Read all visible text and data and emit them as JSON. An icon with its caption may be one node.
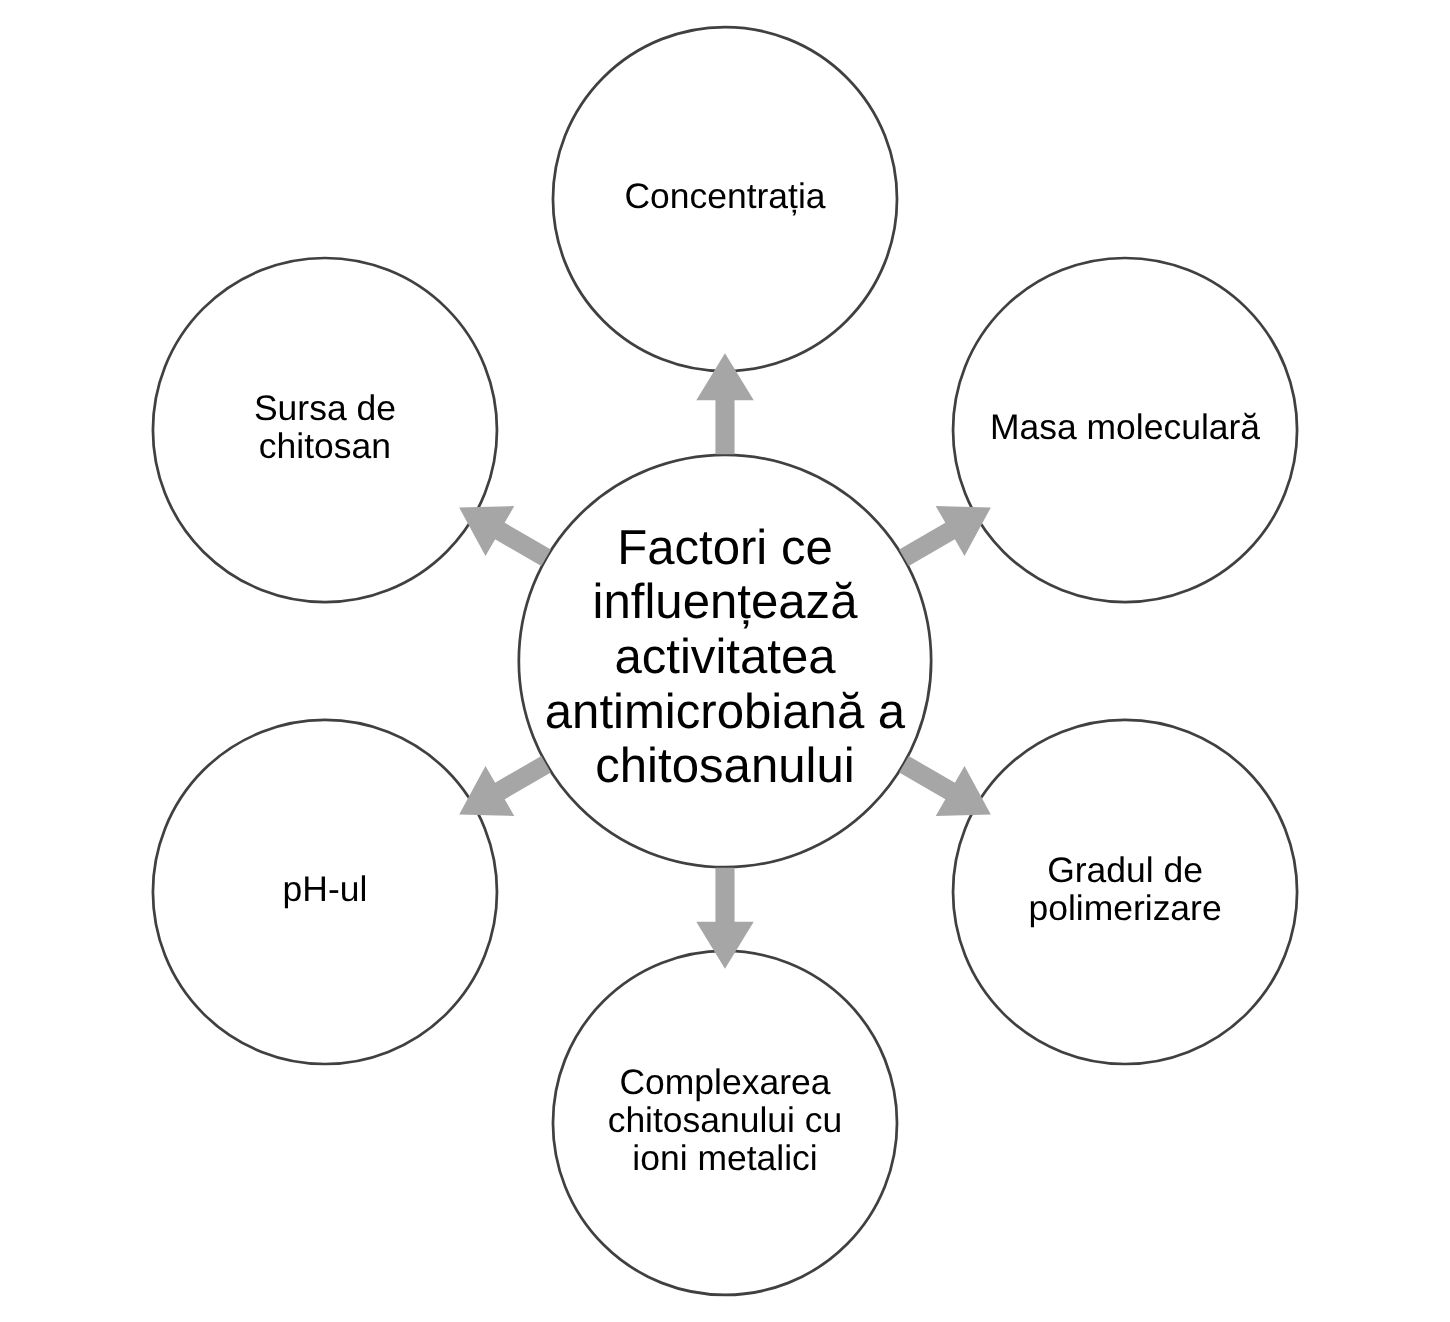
{
  "diagram": {
    "nodes": [
      {
        "text": [
          "Factori ce influențează activitatea antimicrobiană a chitosanului"
        ]
      },
      {
        "text": [
          "Concentrația"
        ]
      },
      {
        "text": [
          "Masa moleculară"
        ]
      },
      {
        "text": [
          "Gradul de polimerizare"
        ]
      },
      {
        "text": [
          "Complexarea chitosanului cu ioni metalici"
        ]
      },
      {
        "text": [
          "pH-ul"
        ]
      },
      {
        "text": [
          "Sursa de chitosan"
        ]
      }
    ],
    "edges": [
      {
        "from": 0,
        "to": 1,
        "arrow": "to"
      },
      {
        "from": 0,
        "to": 2,
        "arrow": "to"
      },
      {
        "from": 0,
        "to": 3,
        "arrow": "to"
      },
      {
        "from": 0,
        "to": 4,
        "arrow": "to"
      },
      {
        "from": 0,
        "to": 5,
        "arrow": "to"
      },
      {
        "from": 0,
        "to": 6,
        "arrow": "to"
      }
    ]
  }
}
